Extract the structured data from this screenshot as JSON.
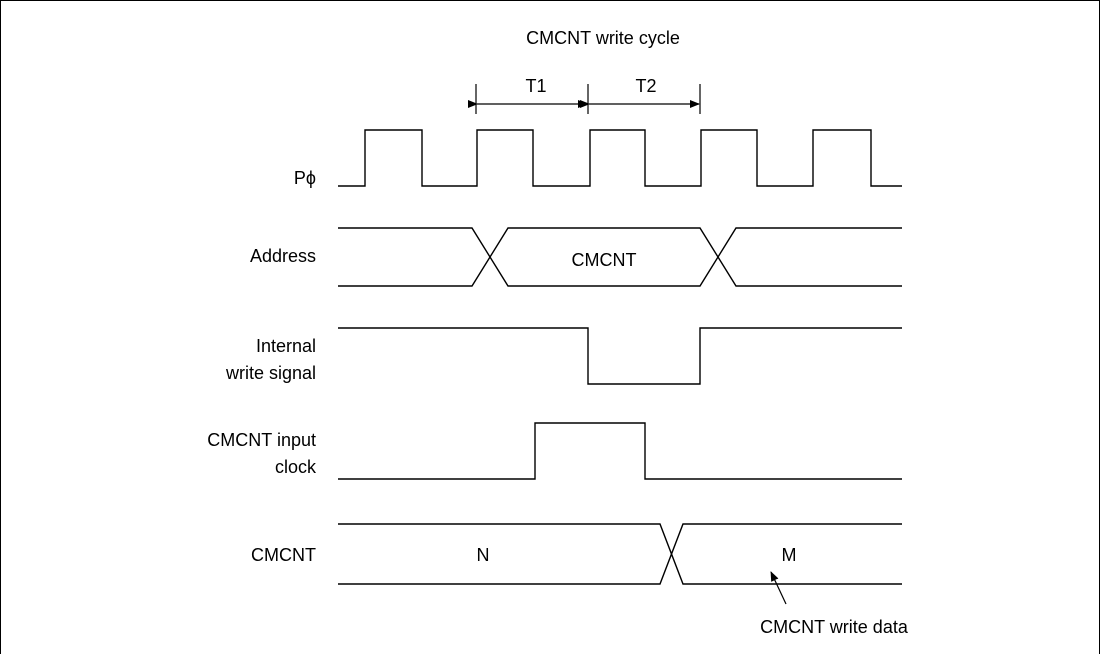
{
  "title": "CMCNT write cycle",
  "cycles": {
    "t1": "T1",
    "t2": "T2"
  },
  "signals": {
    "clock": {
      "label": "Pϕ"
    },
    "address": {
      "label": "Address",
      "value": "CMCNT"
    },
    "write_signal": {
      "label_line1": "Internal",
      "label_line2": "write signal"
    },
    "input_clock": {
      "label_line1": "CMCNT input",
      "label_line2": "clock"
    },
    "counter": {
      "label": "CMCNT",
      "value_before": "N",
      "value_after": "M"
    }
  },
  "annotation": "CMCNT write data"
}
